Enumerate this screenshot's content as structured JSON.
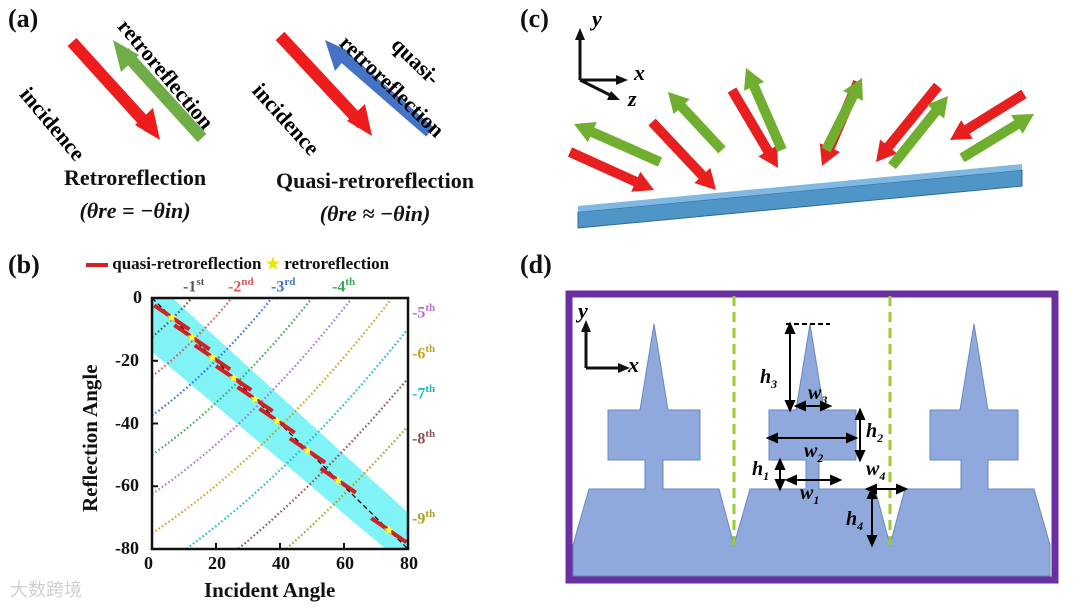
{
  "panels": {
    "a": "(a)",
    "b": "(b)",
    "c": "(c)",
    "d": "(d)"
  },
  "panel_a": {
    "left": {
      "incidence": "incidence",
      "reflection": "retroreflection",
      "title": "Retroreflection",
      "formula": "(θre = −θin)"
    },
    "right": {
      "incidence": "incidence",
      "reflection_line1": "quasi-",
      "reflection_line2": "retroreflection",
      "title": "Quasi-retroreflection",
      "formula": "(θre ≈ −θin)"
    }
  },
  "chart_data": {
    "type": "line",
    "xlabel": "Incident Angle",
    "ylabel": "Reflection Angle",
    "xlim": [
      0,
      80
    ],
    "ylim": [
      -80,
      0
    ],
    "x_ticks": [
      "0",
      "20",
      "40",
      "60",
      "80"
    ],
    "y_ticks": [
      "0",
      "-20",
      "-40",
      "-60",
      "-80"
    ],
    "legend": [
      {
        "label": "quasi-retroreflection",
        "marker": "line",
        "color": "#d42020"
      },
      {
        "label": "retroreflection",
        "marker": "star",
        "color": "#ffff33"
      }
    ],
    "orders": [
      {
        "label": "-1",
        "sup": "st",
        "color": "#555555",
        "offset": 12.5
      },
      {
        "label": "-2",
        "sup": "nd",
        "color": "#e05555",
        "offset": 25
      },
      {
        "label": "-3",
        "sup": "rd",
        "color": "#3a6fd0",
        "offset": 37.5
      },
      {
        "label": "-4",
        "sup": "th",
        "color": "#3aa855",
        "offset": 50
      },
      {
        "label": "-5",
        "sup": "th",
        "color": "#b070d8",
        "offset": 62.5
      },
      {
        "label": "-6",
        "sup": "th",
        "color": "#c9a020",
        "offset": 75
      },
      {
        "label": "-7",
        "sup": "th",
        "color": "#20b8c8",
        "offset": 87.5
      },
      {
        "label": "-8",
        "sup": "th",
        "color": "#8a5050",
        "offset": 100
      },
      {
        "label": "-9",
        "sup": "th",
        "color": "#a8a020",
        "offset": 112.5
      }
    ],
    "retro_points_x": [
      6.2,
      12.5,
      18.9,
      25.5,
      32.2,
      39.1,
      48.6,
      58.2,
      74.0
    ],
    "highlight_band_halfwidth": 6
  },
  "panel_c": {
    "axis_y": "y",
    "axis_x": "x",
    "axis_z": "z"
  },
  "panel_d": {
    "axis_y": "y",
    "axis_x": "x",
    "labels": {
      "h1": "h",
      "h1_sub": "1",
      "h2": "h",
      "h2_sub": "2",
      "h3": "h",
      "h3_sub": "3",
      "h4": "h",
      "h4_sub": "4",
      "w1": "w",
      "w1_sub": "1",
      "w2": "w",
      "w2_sub": "2",
      "w3": "w",
      "w3_sub": "3",
      "w4": "w",
      "w4_sub": "4"
    },
    "colors": {
      "frame": "#6a2fa0",
      "fill": "#8fa9dc",
      "dash": "#9acd32"
    }
  },
  "watermark": "大数跨境"
}
